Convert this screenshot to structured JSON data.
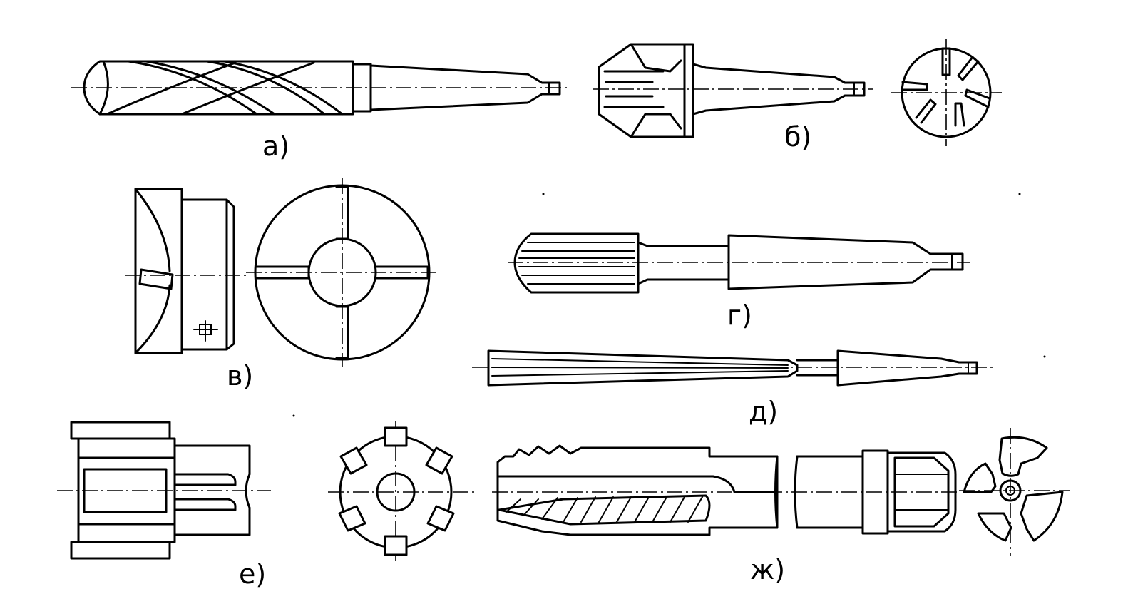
{
  "figure": {
    "labels": {
      "a": "а)",
      "b": "б)",
      "v": "в)",
      "g": "г)",
      "d": "д)",
      "e": "е)",
      "zh": "ж)"
    }
  },
  "colors": {
    "ink": "#000000",
    "paper": "#ffffff"
  }
}
